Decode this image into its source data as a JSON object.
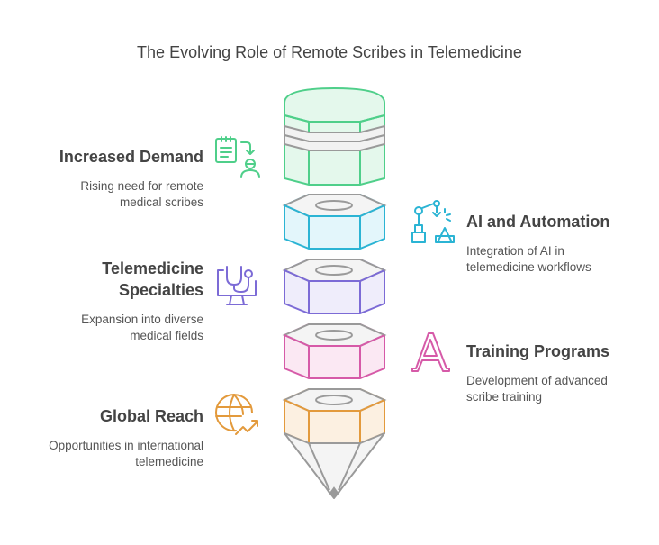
{
  "title": "The Evolving Role of Remote Scribes in Telemedicine",
  "colors": {
    "green": "#4fcf8a",
    "teal": "#2bb4d4",
    "purple": "#7c6bd6",
    "pink": "#d65aa8",
    "orange": "#e39a3c",
    "gray": "#9a9a9a"
  },
  "items": [
    {
      "key": "increased_demand",
      "heading": "Increased Demand",
      "description": "Rising need for remote medical scribes",
      "icon": "clipboard-user-icon",
      "color": "#4fcf8a"
    },
    {
      "key": "ai_automation",
      "heading": "AI and Automation",
      "description": "Integration of AI in telemedicine workflows",
      "icon": "robot-arm-icon",
      "color": "#2bb4d4"
    },
    {
      "key": "telemedicine_specialties",
      "heading": "Telemedicine Specialties",
      "description": "Expansion into diverse medical fields",
      "icon": "monitor-stethoscope-icon",
      "color": "#7c6bd6"
    },
    {
      "key": "training_programs",
      "heading": "Training Programs",
      "description": "Development of advanced scribe training",
      "icon": "letter-a-icon",
      "color": "#d65aa8"
    },
    {
      "key": "global_reach",
      "heading": "Global Reach",
      "description": "Opportunities in international telemedicine",
      "icon": "globe-growth-icon",
      "color": "#e39a3c"
    }
  ]
}
